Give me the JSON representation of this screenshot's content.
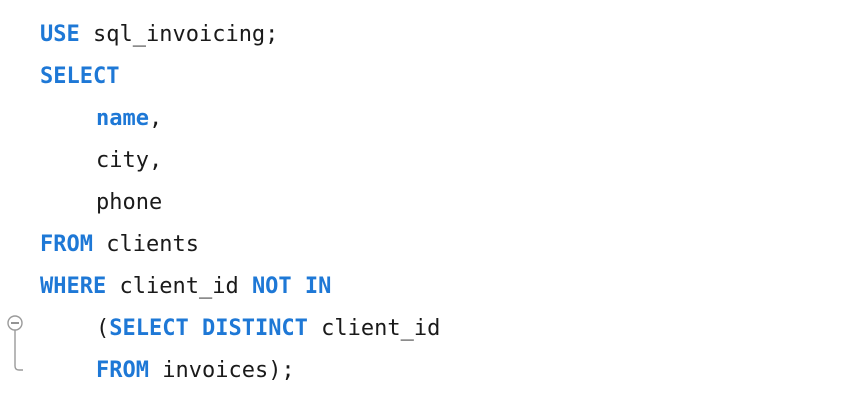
{
  "editor": {
    "lines": [
      {
        "tokens": [
          {
            "k": "USE"
          },
          {
            "t": " sql_invoicing;"
          }
        ]
      },
      {
        "tokens": [
          {
            "k": "SELECT"
          }
        ]
      },
      {
        "indent": true,
        "tokens": [
          {
            "k": "name"
          },
          {
            "t": ","
          }
        ]
      },
      {
        "indent": true,
        "tokens": [
          {
            "t": "city,"
          }
        ]
      },
      {
        "indent": true,
        "tokens": [
          {
            "t": "phone"
          }
        ]
      },
      {
        "tokens": [
          {
            "k": "FROM"
          },
          {
            "t": " clients"
          }
        ]
      },
      {
        "tokens": [
          {
            "k": "WHERE"
          },
          {
            "t": " client_id "
          },
          {
            "k": "NOT IN"
          }
        ]
      },
      {
        "indent": true,
        "tokens": [
          {
            "t": "("
          },
          {
            "k": "SELECT DISTINCT"
          },
          {
            "t": " client_id"
          }
        ]
      },
      {
        "indent": true,
        "tokens": [
          {
            "k": "FROM"
          },
          {
            "t": " invoices);"
          }
        ]
      }
    ],
    "colors": {
      "keyword": "#1e78d6",
      "text": "#1a1a1a",
      "fold_marker": "#9a9a9a"
    },
    "fold_icon": "collapse-minus-icon"
  }
}
